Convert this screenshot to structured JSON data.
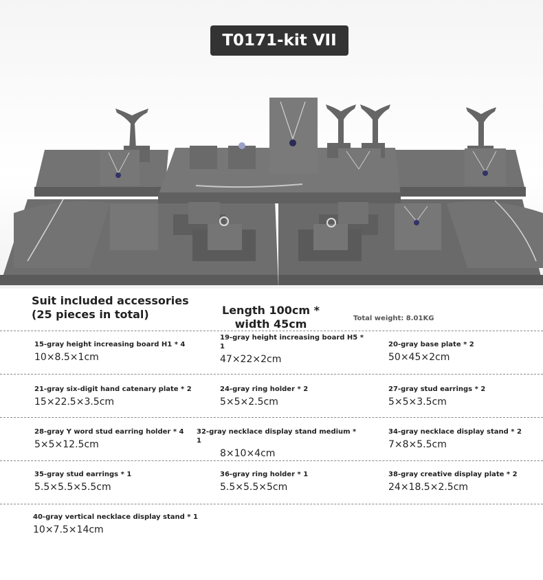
{
  "title": "T0171-kit VII",
  "header": {
    "suit": "Suit included accessories (25 pieces in total)",
    "dimensions": "Length 100cm * width 45cm",
    "weight": "Total weight: 8.01KG"
  },
  "items": [
    {
      "name": "15-gray height increasing board H1 * 4",
      "size": "10×8.5×1cm"
    },
    {
      "name": "19-gray height increasing board H5 * 1",
      "size": "47×22×2cm"
    },
    {
      "name": "20-gray base plate * 2",
      "size": "50×45×2cm"
    },
    {
      "name": "21-gray six-digit hand catenary plate * 2",
      "size": "15×22.5×3.5cm"
    },
    {
      "name": "24-gray ring holder * 2",
      "size": "5×5×2.5cm"
    },
    {
      "name": "27-gray stud earrings * 2",
      "size": "5×5×3.5cm"
    },
    {
      "name": "28-gray Y word stud earring holder * 4",
      "size": "5×5×12.5cm"
    },
    {
      "name": "32-gray necklace display stand medium * 1",
      "size": "8×10×4cm"
    },
    {
      "name": "34-gray necklace display stand * 2",
      "size": "7×8×5.5cm"
    },
    {
      "name": "35-gray stud earrings * 1",
      "size": "5.5×5.5×5.5cm"
    },
    {
      "name": "36-gray ring holder * 1",
      "size": "5.5×5.5×5cm"
    },
    {
      "name": "38-gray creative display plate * 2",
      "size": "24×18.5×2.5cm"
    },
    {
      "name": "40-gray vertical necklace display stand * 1",
      "size": "10×7.5×14cm"
    }
  ],
  "colors": {
    "velvet": "#6b6b6b",
    "velvet_dark": "#555555",
    "velvet_light": "#7a7a7a",
    "badge": "#333333"
  }
}
